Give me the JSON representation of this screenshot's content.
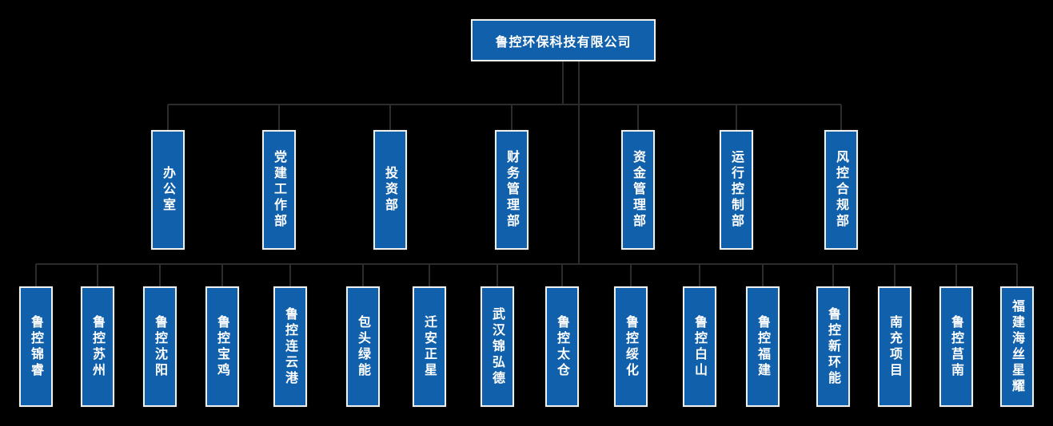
{
  "org_chart": {
    "root": {
      "label": "鲁控环保科技有限公司"
    },
    "departments": [
      {
        "label": "办公室"
      },
      {
        "label": "党建工作部"
      },
      {
        "label": "投资部"
      },
      {
        "label": "财务管理部"
      },
      {
        "label": "资金管理部"
      },
      {
        "label": "运行控制部"
      },
      {
        "label": "风控合规部"
      }
    ],
    "subsidiaries": [
      {
        "label": "鲁控锦睿"
      },
      {
        "label": "鲁控苏州"
      },
      {
        "label": "鲁控沈阳"
      },
      {
        "label": "鲁控宝鸡"
      },
      {
        "label": "鲁控连云港"
      },
      {
        "label": "包头绿能"
      },
      {
        "label": "迁安正星"
      },
      {
        "label": "武汉锦弘德"
      },
      {
        "label": "鲁控太仓"
      },
      {
        "label": "鲁控绥化"
      },
      {
        "label": "鲁控白山"
      },
      {
        "label": "鲁控福建"
      },
      {
        "label": "鲁控新环能"
      },
      {
        "label": "南充项目"
      },
      {
        "label": "鲁控莒南"
      },
      {
        "label": "福建海丝星耀"
      }
    ],
    "colors": {
      "background": "#000000",
      "node_fill": "#1160ab",
      "node_border": "#f0f0f0",
      "node_text": "#ffffff",
      "connector": "#2c2c2c"
    }
  }
}
